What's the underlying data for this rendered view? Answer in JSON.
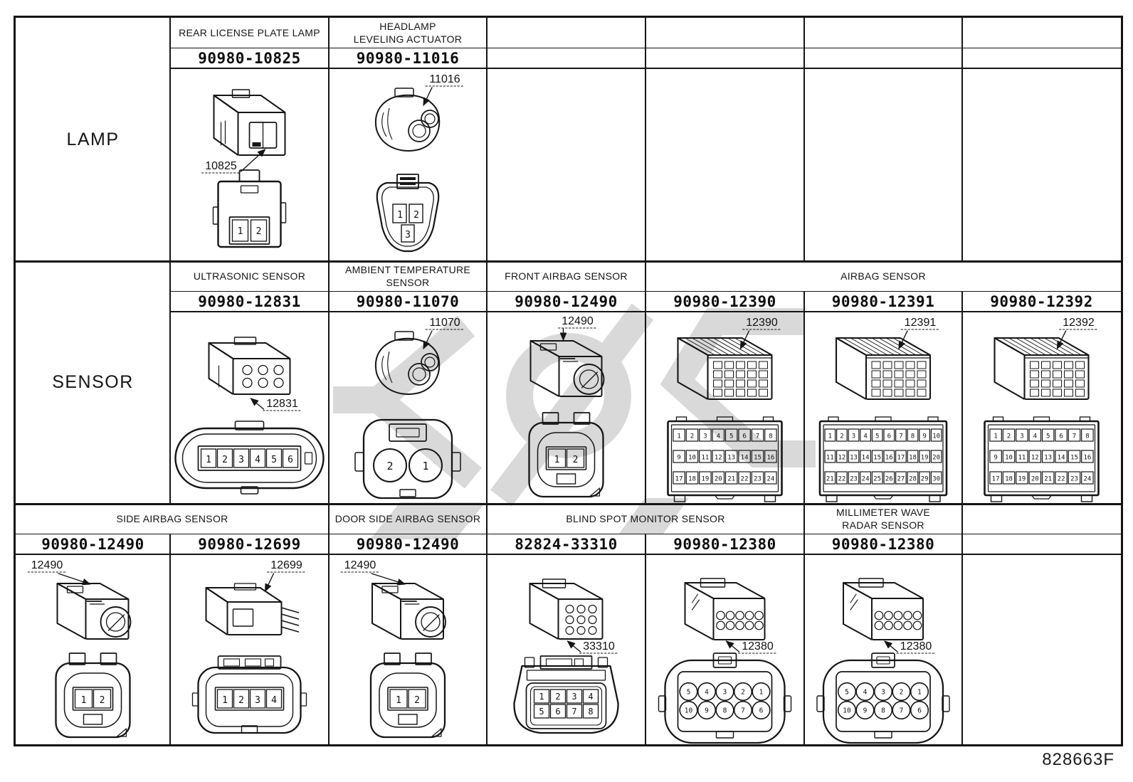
{
  "footer": {
    "doc_number": "828663F"
  },
  "watermark": {
    "color": "#b4b4b4"
  },
  "table": {
    "rows": [
      {
        "label": "LAMP",
        "has_label_col": true,
        "groups": [
          {
            "name": "REAR LICENSE PLATE LAMP",
            "span": 1,
            "parts": [
              {
                "part_number": "90980-10825",
                "callout": "10825",
                "callout_pos": "bl",
                "iso": "lampbox",
                "face": "tab2",
                "pins": [
                  [
                    "1",
                    "2"
                  ]
                ]
              }
            ]
          },
          {
            "name": "HEADLAMP\nLEVELING ACTUATOR",
            "span": 1,
            "parts": [
              {
                "part_number": "90980-11016",
                "callout": "11016",
                "callout_pos": "tr",
                "iso": "roundiso",
                "face": "pent3",
                "pins": [
                  [
                    "1",
                    "2"
                  ],
                  [
                    "3"
                  ]
                ]
              }
            ]
          }
        ]
      },
      {
        "label": "SENSOR",
        "has_label_col": true,
        "groups": [
          {
            "name": "ULTRASONIC SENSOR",
            "span": 1,
            "parts": [
              {
                "part_number": "90980-12831",
                "callout": "12831",
                "callout_pos": "br",
                "iso": "block6",
                "face": "oval6",
                "pins": [
                  [
                    "1",
                    "2",
                    "3",
                    "4",
                    "5",
                    "6"
                  ]
                ]
              }
            ]
          },
          {
            "name": "AMBIENT TEMPERATURE\nSENSOR",
            "span": 1,
            "parts": [
              {
                "part_number": "90980-11070",
                "callout": "11070",
                "callout_pos": "tr",
                "iso": "roundiso",
                "face": "round2big",
                "pins": [
                  [
                    "2",
                    "1"
                  ]
                ]
              }
            ]
          },
          {
            "name": "FRONT AIRBAG SENSOR",
            "span": 1,
            "parts": [
              {
                "part_number": "90980-12490",
                "callout": "12490",
                "callout_pos": "tc",
                "iso": "blockring",
                "face": "round2",
                "pins": [
                  [
                    "1",
                    "2"
                  ]
                ]
              }
            ]
          },
          {
            "name": "AIRBAG SENSOR",
            "span": 3,
            "parts": [
              {
                "part_number": "90980-12390",
                "callout": "12390",
                "callout_pos": "tr",
                "iso": "grid3d",
                "face": "grid",
                "pins": [
                  [
                    "1",
                    "2",
                    "3",
                    "4",
                    "5",
                    "6",
                    "7",
                    "8"
                  ],
                  [
                    "9",
                    "10",
                    "11",
                    "12",
                    "13",
                    "14",
                    "15",
                    "16"
                  ],
                  [
                    "17",
                    "18",
                    "19",
                    "20",
                    "21",
                    "22",
                    "23",
                    "24"
                  ]
                ]
              },
              {
                "part_number": "90980-12391",
                "callout": "12391",
                "callout_pos": "tr",
                "iso": "grid3d",
                "face": "grid",
                "pins": [
                  [
                    "1",
                    "2",
                    "3",
                    "4",
                    "5",
                    "6",
                    "7",
                    "8",
                    "9",
                    "10"
                  ],
                  [
                    "11",
                    "12",
                    "13",
                    "14",
                    "15",
                    "16",
                    "17",
                    "18",
                    "19",
                    "20"
                  ],
                  [
                    "21",
                    "22",
                    "23",
                    "24",
                    "25",
                    "26",
                    "27",
                    "28",
                    "29",
                    "30"
                  ]
                ]
              },
              {
                "part_number": "90980-12392",
                "callout": "12392",
                "callout_pos": "tr",
                "iso": "grid3d",
                "face": "grid",
                "pins": [
                  [
                    "1",
                    "2",
                    "3",
                    "4",
                    "5",
                    "6",
                    "7",
                    "8"
                  ],
                  [
                    "9",
                    "10",
                    "11",
                    "12",
                    "13",
                    "14",
                    "15",
                    "16"
                  ],
                  [
                    "17",
                    "18",
                    "19",
                    "20",
                    "21",
                    "22",
                    "23",
                    "24"
                  ]
                ]
              }
            ]
          }
        ]
      },
      {
        "label": null,
        "has_label_col": false,
        "groups": [
          {
            "name": "SIDE AIRBAG SENSOR",
            "span": 2,
            "parts": [
              {
                "part_number": "90980-12490",
                "callout": "12490",
                "callout_pos": "tl",
                "iso": "blockring",
                "face": "round2",
                "pins": [
                  [
                    "1",
                    "2"
                  ]
                ]
              },
              {
                "part_number": "90980-12699",
                "callout": "12699",
                "callout_pos": "tr",
                "iso": "pins4",
                "face": "oval4",
                "pins": [
                  [
                    "1",
                    "2",
                    "3",
                    "4"
                  ]
                ]
              }
            ]
          },
          {
            "name": "DOOR SIDE AIRBAG SENSOR",
            "span": 1,
            "parts": [
              {
                "part_number": "90980-12490",
                "callout": "12490",
                "callout_pos": "tl",
                "iso": "blockring",
                "face": "round2",
                "pins": [
                  [
                    "1",
                    "2"
                  ]
                ]
              }
            ]
          },
          {
            "name": "BLIND SPOT MONITOR SENSOR",
            "span": 2,
            "parts": [
              {
                "part_number": "82824-33310",
                "callout": "33310",
                "callout_pos": "br",
                "iso": "bsmblock",
                "face": "trap8",
                "pins": [
                  [
                    "1",
                    "2",
                    "3",
                    "4"
                  ],
                  [
                    "5",
                    "6",
                    "7",
                    "8"
                  ]
                ]
              },
              {
                "part_number": "90980-12380",
                "callout": "12380",
                "callout_pos": "br",
                "iso": "bsm10",
                "face": "round10",
                "pins": [
                  [
                    "5",
                    "4",
                    "3",
                    "2",
                    "1"
                  ],
                  [
                    "10",
                    "9",
                    "8",
                    "7",
                    "6"
                  ]
                ]
              }
            ]
          },
          {
            "name": "MILLIMETER WAVE\nRADAR SENSOR",
            "span": 1,
            "parts": [
              {
                "part_number": "90980-12380",
                "callout": "12380",
                "callout_pos": "br",
                "iso": "bsm10",
                "face": "round10",
                "pins": [
                  [
                    "5",
                    "4",
                    "3",
                    "2",
                    "1"
                  ],
                  [
                    "10",
                    "9",
                    "8",
                    "7",
                    "6"
                  ]
                ]
              }
            ]
          }
        ]
      }
    ]
  }
}
